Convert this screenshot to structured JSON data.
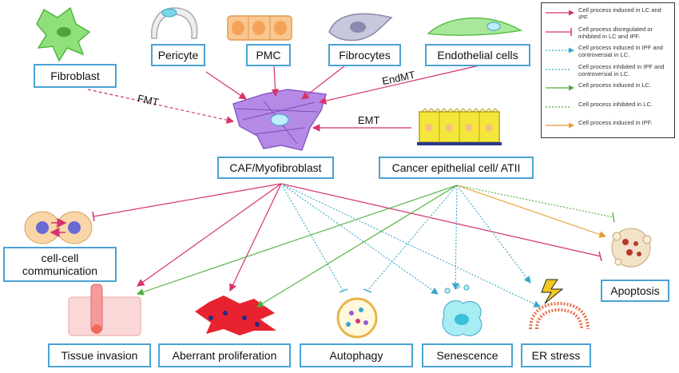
{
  "nodes": {
    "fibroblast": "Fibroblast",
    "pericyte": "Pericyte",
    "pmc": "PMC",
    "fibrocytes": "Fibrocytes",
    "endothelial": "Endothelial cells",
    "caf": "CAF/Myofibroblast",
    "cancer_epithelial": "Cancer epithelial cell/ ATII",
    "cell_cell": "cell-cell communication",
    "apoptosis": "Apoptosis",
    "tissue_invasion": "Tissue invasion",
    "aberrant_proliferation": "Aberrant proliferation",
    "autophagy": "Autophagy",
    "senescence": "Senescence",
    "er_stress": "ER stress"
  },
  "transition_labels": {
    "fmt": "FMT",
    "endmt": "EndMT",
    "emt": "EMT"
  },
  "legend": [
    {
      "text": "Cell process induced in LC and IPF.",
      "color": "#d6336c",
      "style": "arrow"
    },
    {
      "text": "Cell process disregulated or inhibited  in LC and IPF.",
      "color": "#d6336c",
      "style": "tbar"
    },
    {
      "text": "Cell process induced in IPF and controversial in LC.",
      "color": "#3aa6c9",
      "style": "dotted-arrow"
    },
    {
      "text": "Cell process inhibited in IPF and controversial in LC.",
      "color": "#3aa6c9",
      "style": "dotted-line"
    },
    {
      "text": "Cell process induced in LC.",
      "color": "#4caf3a",
      "style": "arrow"
    },
    {
      "text": "Cell process inhibited in LC.",
      "color": "#4caf3a",
      "style": "dotted-line"
    },
    {
      "text": "Cell process induced in IPF.",
      "color": "#e89a2c",
      "style": "arrow"
    }
  ],
  "colors": {
    "box_border": "#4aa3d6",
    "magenta": "#d6336c",
    "cyan": "#3aa6c9",
    "green": "#4caf3a",
    "orange": "#e89a2c"
  }
}
